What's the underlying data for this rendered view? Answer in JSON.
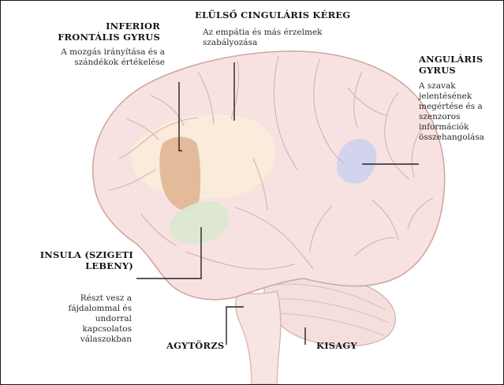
{
  "labels": {
    "inferior": {
      "title_line1": "INFERIOR",
      "title_line2": "FRONTÁLIS GYRUS",
      "desc_line1": "A mozgás irányítása és a",
      "desc_line2": "szándékok értékelése"
    },
    "cingular": {
      "title": "ELÜLSŐ CINGULÁRIS KÉREG",
      "desc_line1": "Az empátia és más érzelmek",
      "desc_line2": "szabályozása"
    },
    "angular": {
      "title_line1": "ANGULÁRIS",
      "title_line2": "GYRUS",
      "desc_line1": "A szavak",
      "desc_line2": "jelentésének",
      "desc_line3": "megértése és a",
      "desc_line4": "szenzoros",
      "desc_line5": "információk",
      "desc_line6": "összehangolása"
    },
    "insula": {
      "title_line1": "INSULA (SZIGETI",
      "title_line2": "LEBENY)",
      "desc_line1": "Részt vesz a",
      "desc_line2": "fájdalommal és",
      "desc_line3": "undorral",
      "desc_line4": "kapcsolatos",
      "desc_line5": "válaszokban"
    },
    "brainstem": {
      "title": "AGYTÖRZS"
    },
    "cerebellum": {
      "title": "KISAGY"
    }
  },
  "colors": {
    "brain_fill": "#f8e2e1",
    "brain_outline": "#cfa7a2",
    "inferior_region": "#e2b898",
    "insula_region": "#dce7d1",
    "angular_region": "#cfd3ec",
    "frontal_highlight": "#faecd9",
    "leader_line": "#222222"
  }
}
